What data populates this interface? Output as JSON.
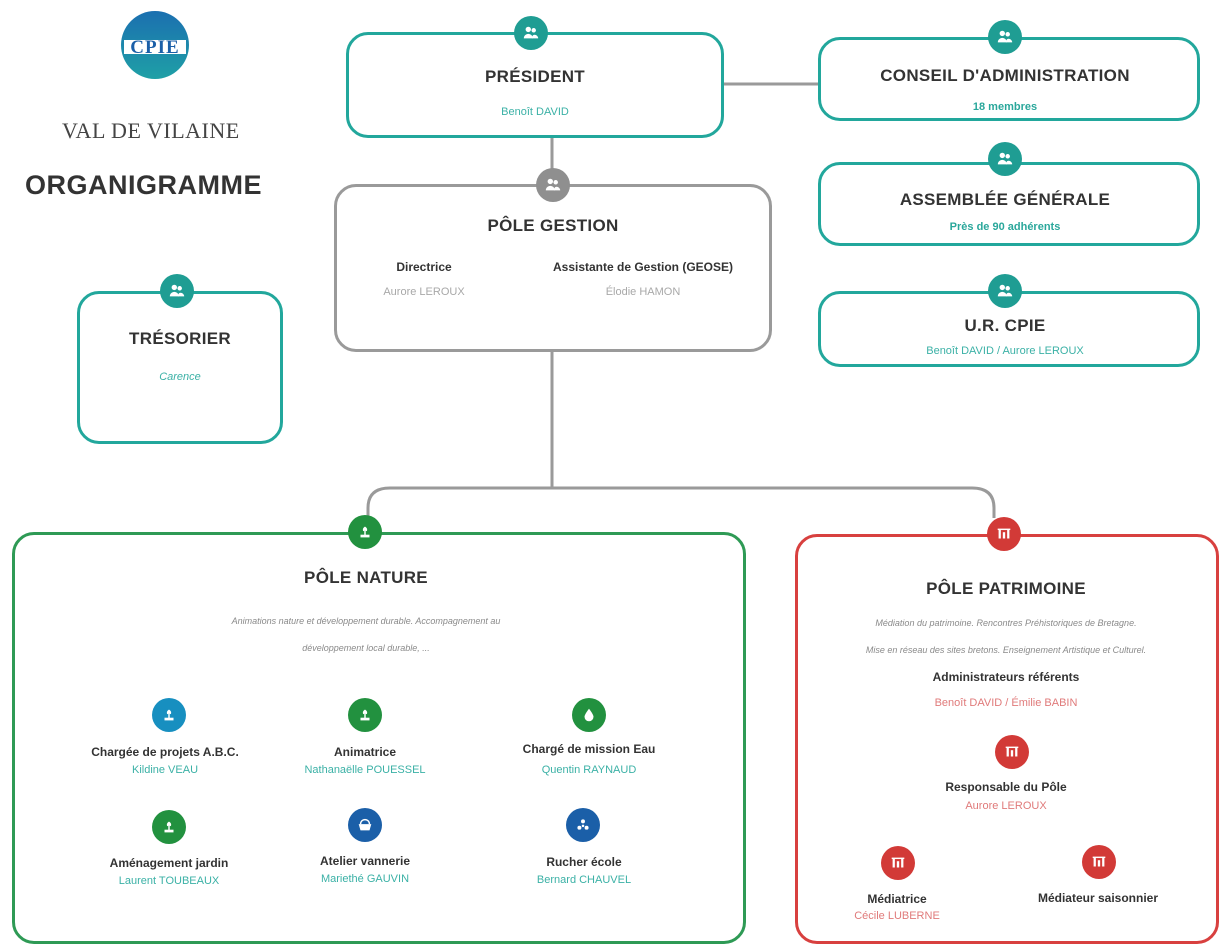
{
  "header": {
    "logo_text": "CPIE",
    "org_name": "VAL DE VILAINE",
    "page_title": "ORGANIGRAMME"
  },
  "president": {
    "title": "PRÉSIDENT",
    "name": "Benoît DAVID"
  },
  "conseil": {
    "title": "CONSEIL D'ADMINISTRATION",
    "detail": "18 membres"
  },
  "assemblee": {
    "title": "ASSEMBLÉE GÉNÉRALE",
    "detail": "Près de 90 adhérents"
  },
  "urcpie": {
    "title": "U.R. CPIE",
    "detail": "Benoît DAVID  / Aurore LEROUX"
  },
  "tresorier": {
    "title": "TRÉSORIER",
    "name": "Carence"
  },
  "pole_gestion": {
    "title": "PÔLE GESTION",
    "roles": [
      {
        "role": "Directrice",
        "name": "Aurore LEROUX"
      },
      {
        "role": "Assistante de Gestion (GEOSE)",
        "name": "Élodie HAMON"
      }
    ]
  },
  "pole_nature": {
    "title": "PÔLE NATURE",
    "desc_line1": "Animations nature et développement durable. Accompagnement au",
    "desc_line2": "développement local durable, ...",
    "members": [
      {
        "role": "Chargée de projets A.B.C.",
        "name": "Kildine VEAU",
        "icon": "plant-icon",
        "color": "#178fc0"
      },
      {
        "role": "Animatrice",
        "name": "Nathanaëlle POUESSEL",
        "icon": "plant-icon",
        "color": "#22913f"
      },
      {
        "role": "Chargé de mission Eau",
        "name": "Quentin RAYNAUD",
        "icon": "water-drop-icon",
        "color": "#22913f"
      },
      {
        "role": "Aménagement jardin",
        "name": "Laurent TOUBEAUX",
        "icon": "plant-icon",
        "color": "#22913f"
      },
      {
        "role": "Atelier vannerie",
        "name": "Mariethé GAUVIN",
        "icon": "basket-icon",
        "color": "#1b5fa8"
      },
      {
        "role": "Rucher école",
        "name": "Bernard CHAUVEL",
        "icon": "bee-icon",
        "color": "#1b5fa8"
      }
    ]
  },
  "pole_patrimoine": {
    "title": "PÔLE PATRIMOINE",
    "desc_line1": "Médiation du patrimoine. Rencontres Préhistoriques de Bretagne.",
    "desc_line2": "Mise en réseau des sites bretons. Enseignement Artistique et Culturel.",
    "admins_label": "Administrateurs référents",
    "admins_names": "Benoît DAVID / Émilie BABIN",
    "responsable": {
      "role": "Responsable du Pôle",
      "name": "Aurore LEROUX"
    },
    "mediatrice": {
      "role": "Médiatrice",
      "name": "Cécile LUBERNE"
    },
    "mediateur": {
      "role": "Médiateur saisonnier"
    }
  },
  "colors": {
    "teal": "#22a79c",
    "grey": "#9a9a9a",
    "green": "#2e9a55",
    "red": "#d8403f"
  }
}
